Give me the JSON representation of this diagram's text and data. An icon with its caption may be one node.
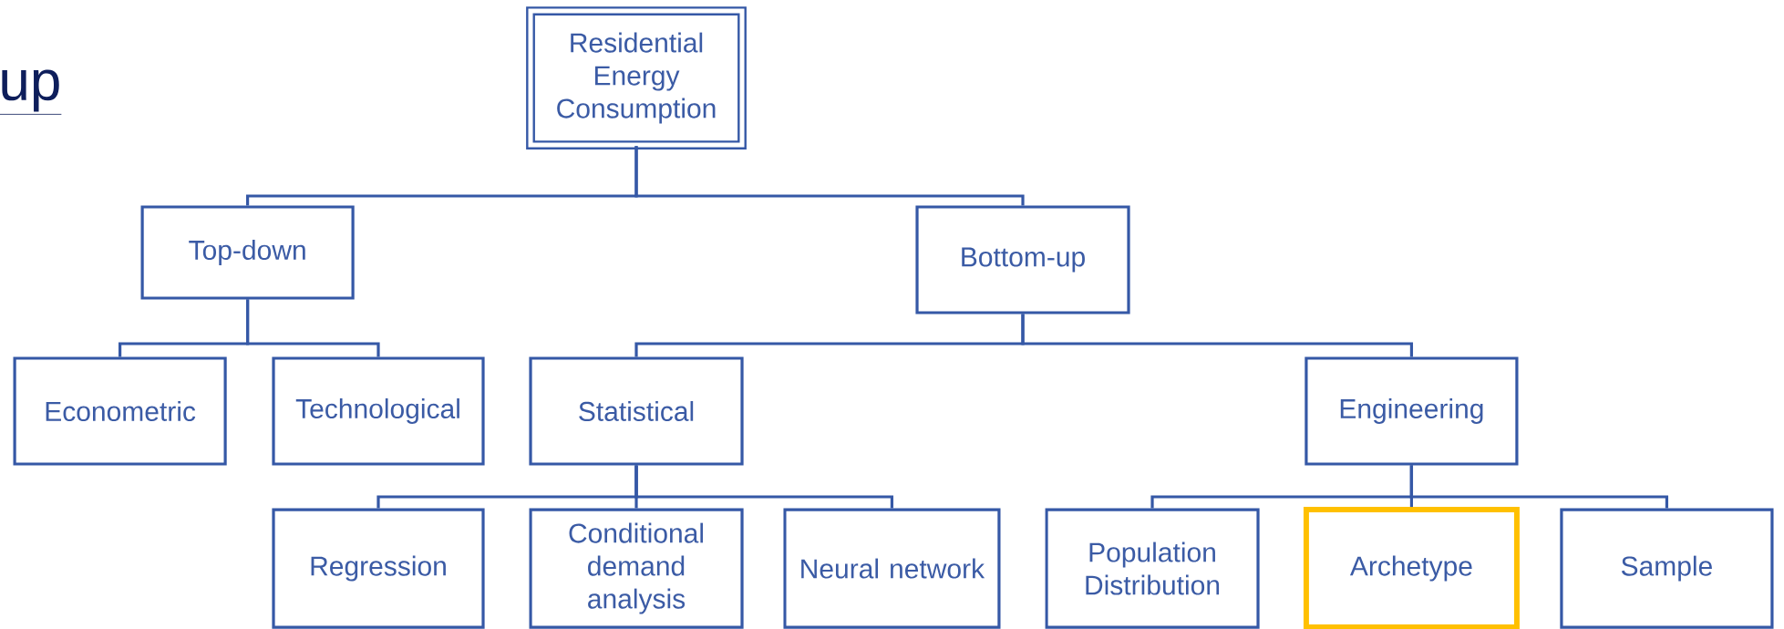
{
  "diagram": {
    "nodes": [
      {
        "text": [
          "Residential Energy Consumption"
        ]
      },
      {
        "text": [
          "Top-down"
        ]
      },
      {
        "text": [
          "Bottom-up"
        ]
      },
      {
        "text": [
          "Econometric"
        ]
      },
      {
        "text": [
          "Technological"
        ]
      },
      {
        "text": [
          "Statistical"
        ]
      },
      {
        "text": [
          "Engineering"
        ]
      },
      {
        "text": [
          "Regression"
        ]
      },
      {
        "text": [
          "Conditional demand analysis"
        ]
      },
      {
        "text": [
          "Neural network"
        ]
      },
      {
        "text": [
          "Population Distribution"
        ]
      },
      {
        "text": [
          "Archetype"
        ]
      },
      {
        "text": [
          "Sample"
        ]
      }
    ],
    "edges": [
      {
        "from": 0,
        "to": 1,
        "arrow": "none"
      },
      {
        "from": 0,
        "to": 2,
        "arrow": "none"
      },
      {
        "from": 1,
        "to": 3,
        "arrow": "none"
      },
      {
        "from": 1,
        "to": 4,
        "arrow": "none"
      },
      {
        "from": 2,
        "to": 5,
        "arrow": "none"
      },
      {
        "from": 2,
        "to": 6,
        "arrow": "none"
      },
      {
        "from": 5,
        "to": 7,
        "arrow": "none"
      },
      {
        "from": 5,
        "to": 8,
        "arrow": "none"
      },
      {
        "from": 5,
        "to": 9,
        "arrow": "none"
      },
      {
        "from": 6,
        "to": 10,
        "arrow": "none"
      },
      {
        "from": 6,
        "to": 11,
        "arrow": "none"
      },
      {
        "from": 6,
        "to": 12,
        "arrow": "none"
      }
    ],
    "labels": [
      "up"
    ]
  }
}
